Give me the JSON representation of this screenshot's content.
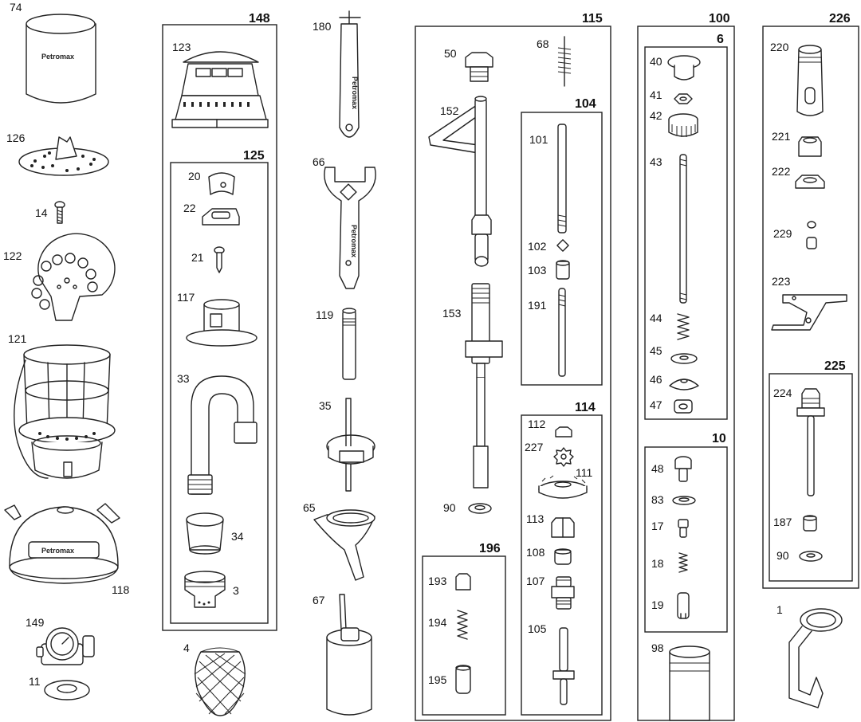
{
  "groups": {
    "g148": "148",
    "g125": "125",
    "g115": "115",
    "g104": "104",
    "g114": "114",
    "g196": "196",
    "g100": "100",
    "g6": "6",
    "g10": "10",
    "g226": "226",
    "g225": "225"
  },
  "parts": {
    "p74": "74",
    "p126": "126",
    "p14": "14",
    "p122": "122",
    "p121": "121",
    "p118": "118",
    "p149": "149",
    "p11": "11",
    "p123": "123",
    "p20": "20",
    "p22": "22",
    "p21": "21",
    "p117": "117",
    "p33": "33",
    "p34": "34",
    "p3": "3",
    "p4": "4",
    "p180": "180",
    "p66": "66",
    "p119": "119",
    "p35": "35",
    "p65": "65",
    "p67": "67",
    "p50": "50",
    "p68": "68",
    "p152": "152",
    "p153": "153",
    "p90a": "90",
    "p101": "101",
    "p102": "102",
    "p103": "103",
    "p191": "191",
    "p112": "112",
    "p227": "227",
    "p111": "111",
    "p113": "113",
    "p108": "108",
    "p107": "107",
    "p105": "105",
    "p193": "193",
    "p194": "194",
    "p195": "195",
    "p40": "40",
    "p41": "41",
    "p42": "42",
    "p43": "43",
    "p44": "44",
    "p45": "45",
    "p46": "46",
    "p47": "47",
    "p48": "48",
    "p83": "83",
    "p17": "17",
    "p18": "18",
    "p19": "19",
    "p98": "98",
    "p220": "220",
    "p221": "221",
    "p222": "222",
    "p229": "229",
    "p223": "223",
    "p224": "224",
    "p187": "187",
    "p90b": "90",
    "p1": "1"
  },
  "brand": "Petromax"
}
